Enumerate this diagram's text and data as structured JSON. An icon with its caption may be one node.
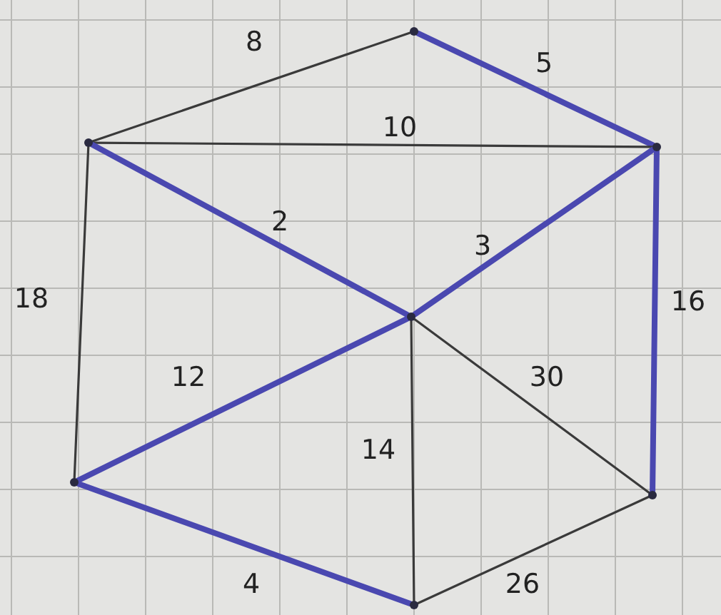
{
  "diagram": {
    "nodes": [
      {
        "text": [],
        "shape": "circle"
      },
      {
        "text": [],
        "shape": "circle"
      },
      {
        "text": [],
        "shape": "circle"
      },
      {
        "text": [],
        "shape": "circle"
      },
      {
        "text": [],
        "shape": "circle"
      },
      {
        "text": [],
        "shape": "circle"
      },
      {
        "text": [],
        "shape": "circle"
      }
    ],
    "edges": [
      {
        "from": 1,
        "to": 0,
        "arrow": "none",
        "label": "8"
      },
      {
        "from": 0,
        "to": 2,
        "arrow": "none",
        "label": "5",
        "style": "thick",
        "color": "#4a48b0"
      },
      {
        "from": 1,
        "to": 2,
        "arrow": "none",
        "label": "10"
      },
      {
        "from": 1,
        "to": 3,
        "arrow": "none",
        "label": "2",
        "style": "thick",
        "color": "#4a48b0"
      },
      {
        "from": 2,
        "to": 3,
        "arrow": "none",
        "label": "3",
        "style": "thick",
        "color": "#4a48b0"
      },
      {
        "from": 1,
        "to": 4,
        "arrow": "none",
        "label": "18"
      },
      {
        "from": 2,
        "to": 5,
        "arrow": "none",
        "label": "16",
        "style": "thick",
        "color": "#4a48b0"
      },
      {
        "from": 3,
        "to": 4,
        "arrow": "none",
        "label": "12",
        "style": "thick",
        "color": "#4a48b0"
      },
      {
        "from": 3,
        "to": 6,
        "arrow": "none",
        "label": "14"
      },
      {
        "from": 3,
        "to": 5,
        "arrow": "none",
        "label": "30"
      },
      {
        "from": 4,
        "to": 6,
        "arrow": "none",
        "label": "4",
        "style": "thick",
        "color": "#4a48b0"
      },
      {
        "from": 5,
        "to": 6,
        "arrow": "none",
        "label": "26"
      }
    ]
  }
}
